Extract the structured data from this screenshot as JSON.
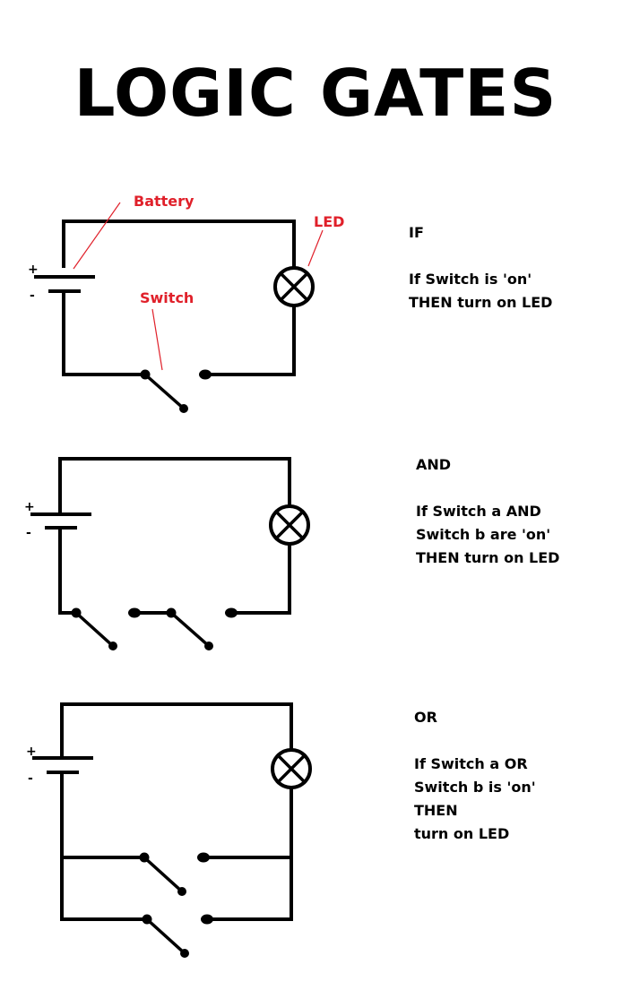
{
  "title": "LOGIC GATES",
  "colors": {
    "wire": "#000000",
    "label": "#e0202a",
    "background": "#ffffff"
  },
  "labels": {
    "battery": "Battery",
    "led": "LED",
    "switch": "Switch",
    "plus": "+",
    "minus": "-"
  },
  "gates": [
    {
      "name": "IF",
      "lines": [
        "If Switch is 'on'",
        "THEN turn on LED"
      ]
    },
    {
      "name": "AND",
      "lines": [
        "If Switch a AND",
        "Switch b are 'on'",
        "THEN turn on LED"
      ]
    },
    {
      "name": "OR",
      "lines": [
        "If Switch a OR",
        "Switch b is 'on'",
        "THEN",
        "turn on LED"
      ]
    }
  ]
}
